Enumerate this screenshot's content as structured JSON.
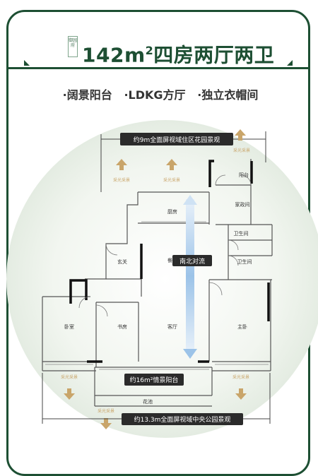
{
  "header": {
    "logo_text": "御园府",
    "area_value": "142m",
    "area_sup": "2",
    "layout_name": "四房两厅两卫"
  },
  "features": {
    "items": [
      "·阔景阳台",
      "·LDKG方厅",
      "·独立衣帽间"
    ]
  },
  "floorplan": {
    "callout_top": "约9m全面屏视域住区花园景观",
    "callout_balcony": "约16m²情景阳台",
    "callout_bottom": "约13.3m全面屏视域中央公园景观",
    "orientation_badge": "南北对流",
    "light_label": "采光采景",
    "rooms": {
      "balcony_n": "阳台",
      "kitchen": "厨房",
      "laundry": "家政间",
      "bath1": "卫生间",
      "bath2": "卫生间",
      "foyer": "玄关",
      "dining": "餐厅",
      "living": "客厅",
      "study": "书房",
      "bedroom": "卧室",
      "master": "主卧",
      "planter": "花池"
    }
  },
  "colors": {
    "brand_green": "#1d4f33",
    "arrow_tan": "#c9a56a",
    "callout_bg": "#2b2b2b",
    "flow_blue": "#9cc3e8"
  }
}
